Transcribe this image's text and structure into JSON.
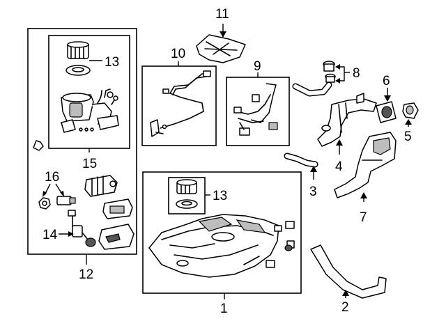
{
  "callouts": {
    "n1": "1",
    "n2": "2",
    "n3": "3",
    "n4": "4",
    "n5": "5",
    "n6": "6",
    "n7": "7",
    "n8": "8",
    "n9": "9",
    "n10": "10",
    "n11": "11",
    "n12": "12",
    "n13a": "13",
    "n13b": "13",
    "n14": "14",
    "n15": "15",
    "n16": "16"
  }
}
